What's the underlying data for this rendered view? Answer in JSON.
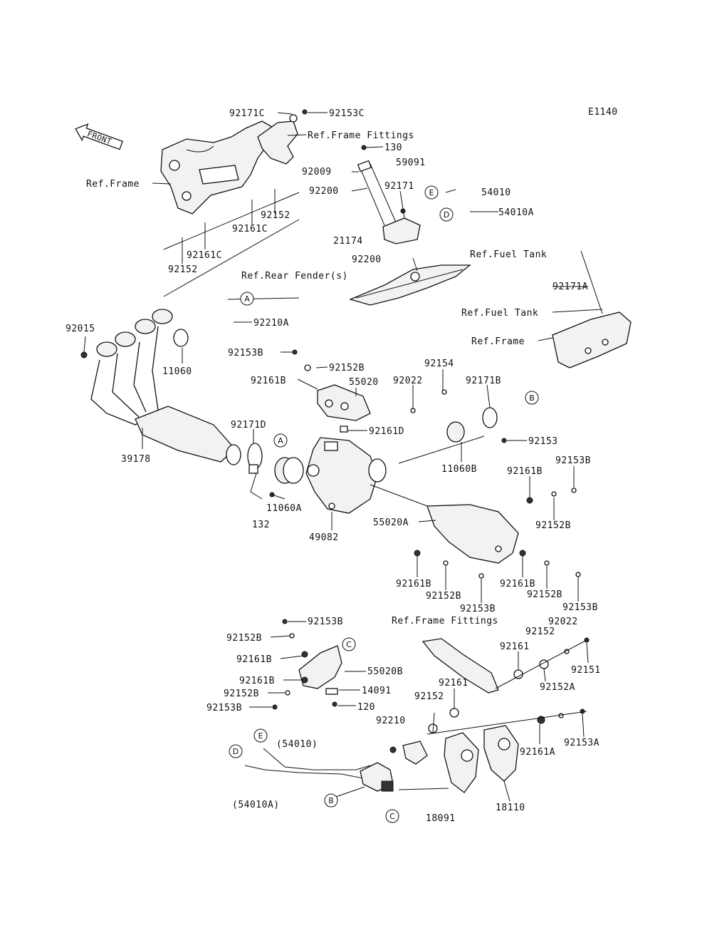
{
  "diagram_code": "E1140",
  "front_label": "FRONT",
  "parts": [
    {
      "id": "p92171C",
      "text": "92171C"
    },
    {
      "id": "p92153C",
      "text": "92153C"
    },
    {
      "id": "pRefFrameFittings1",
      "text": "Ref.Frame Fittings"
    },
    {
      "id": "p130",
      "text": "130"
    },
    {
      "id": "p59091",
      "text": "59091"
    },
    {
      "id": "pRefFrame1",
      "text": "Ref.Frame"
    },
    {
      "id": "p92009",
      "text": "92009"
    },
    {
      "id": "p92171",
      "text": "92171"
    },
    {
      "id": "p92200a",
      "text": "92200"
    },
    {
      "id": "p54010",
      "text": "54010"
    },
    {
      "id": "p54010A",
      "text": "54010A"
    },
    {
      "id": "p92152a",
      "text": "92152"
    },
    {
      "id": "p92161Ca",
      "text": "92161C"
    },
    {
      "id": "p21174",
      "text": "21174"
    },
    {
      "id": "p92200b",
      "text": "92200"
    },
    {
      "id": "pRefFuelTank1",
      "text": "Ref.Fuel Tank"
    },
    {
      "id": "p92161Cb",
      "text": "92161C"
    },
    {
      "id": "pRefRearFender",
      "text": "Ref.Rear Fender(s)"
    },
    {
      "id": "p92152b",
      "text": "92152"
    },
    {
      "id": "p92171A",
      "text": "92171A"
    },
    {
      "id": "pRefFuelTank2",
      "text": "Ref.Fuel Tank"
    },
    {
      "id": "p92210A",
      "text": "92210A"
    },
    {
      "id": "pRefFrame2",
      "text": "Ref.Frame"
    },
    {
      "id": "p92015",
      "text": "92015"
    },
    {
      "id": "p92153Ba",
      "text": "92153B"
    },
    {
      "id": "p92152Ba",
      "text": "92152B"
    },
    {
      "id": "p11060",
      "text": "11060"
    },
    {
      "id": "p92161Ba",
      "text": "92161B"
    },
    {
      "id": "p55020",
      "text": "55020"
    },
    {
      "id": "p92022a",
      "text": "92022"
    },
    {
      "id": "p92154",
      "text": "92154"
    },
    {
      "id": "p92171B",
      "text": "92171B"
    },
    {
      "id": "p92161D",
      "text": "92161D"
    },
    {
      "id": "p92171D",
      "text": "92171D"
    },
    {
      "id": "p92153a",
      "text": "92153"
    },
    {
      "id": "p39178",
      "text": "39178"
    },
    {
      "id": "p11060B",
      "text": "11060B"
    },
    {
      "id": "p92161Bb",
      "text": "92161B"
    },
    {
      "id": "p92153Bb",
      "text": "92153B"
    },
    {
      "id": "p11060A",
      "text": "11060A"
    },
    {
      "id": "p132",
      "text": "132"
    },
    {
      "id": "p49082",
      "text": "49082"
    },
    {
      "id": "p55020A",
      "text": "55020A"
    },
    {
      "id": "p92152Bb",
      "text": "92152B"
    },
    {
      "id": "p92161Bc",
      "text": "92161B"
    },
    {
      "id": "p92161Bd",
      "text": "92161B"
    },
    {
      "id": "p92152Bc",
      "text": "92152B"
    },
    {
      "id": "p92152Bd",
      "text": "92152B"
    },
    {
      "id": "p92153Bc",
      "text": "92153B"
    },
    {
      "id": "p92153Bd",
      "text": "92153B"
    },
    {
      "id": "p92153Be",
      "text": "92153B"
    },
    {
      "id": "pRefFrameFittings2",
      "text": "Ref.Frame Fittings"
    },
    {
      "id": "p92022b",
      "text": "92022"
    },
    {
      "id": "p92152Be",
      "text": "92152B"
    },
    {
      "id": "p92152c",
      "text": "92152"
    },
    {
      "id": "p92161Be",
      "text": "92161B"
    },
    {
      "id": "p92161a",
      "text": "92161"
    },
    {
      "id": "p92151",
      "text": "92151"
    },
    {
      "id": "p55020B",
      "text": "55020B"
    },
    {
      "id": "p92161Bf",
      "text": "92161B"
    },
    {
      "id": "p92152A",
      "text": "92152A"
    },
    {
      "id": "p92161b",
      "text": "92161"
    },
    {
      "id": "p92152Bf",
      "text": "92152B"
    },
    {
      "id": "p14091",
      "text": "14091"
    },
    {
      "id": "p92152d",
      "text": "92152"
    },
    {
      "id": "p92153Bf",
      "text": "92153B"
    },
    {
      "id": "p120",
      "text": "120"
    },
    {
      "id": "p92210",
      "text": "92210"
    },
    {
      "id": "p92153A",
      "text": "92153A"
    },
    {
      "id": "p54010p",
      "text": "(54010)"
    },
    {
      "id": "p92161A",
      "text": "92161A"
    },
    {
      "id": "p54010Ap",
      "text": "(54010A)"
    },
    {
      "id": "p18091",
      "text": "18091"
    },
    {
      "id": "p18110",
      "text": "18110"
    }
  ],
  "callouts": [
    {
      "id": "cA1",
      "text": "A"
    },
    {
      "id": "cA2",
      "text": "A"
    },
    {
      "id": "cB1",
      "text": "B"
    },
    {
      "id": "cB2",
      "text": "B"
    },
    {
      "id": "cC1",
      "text": "C"
    },
    {
      "id": "cC2",
      "text": "C"
    },
    {
      "id": "cD1",
      "text": "D"
    },
    {
      "id": "cD2",
      "text": "D"
    },
    {
      "id": "cE1",
      "text": "E"
    },
    {
      "id": "cE2",
      "text": "E"
    }
  ]
}
